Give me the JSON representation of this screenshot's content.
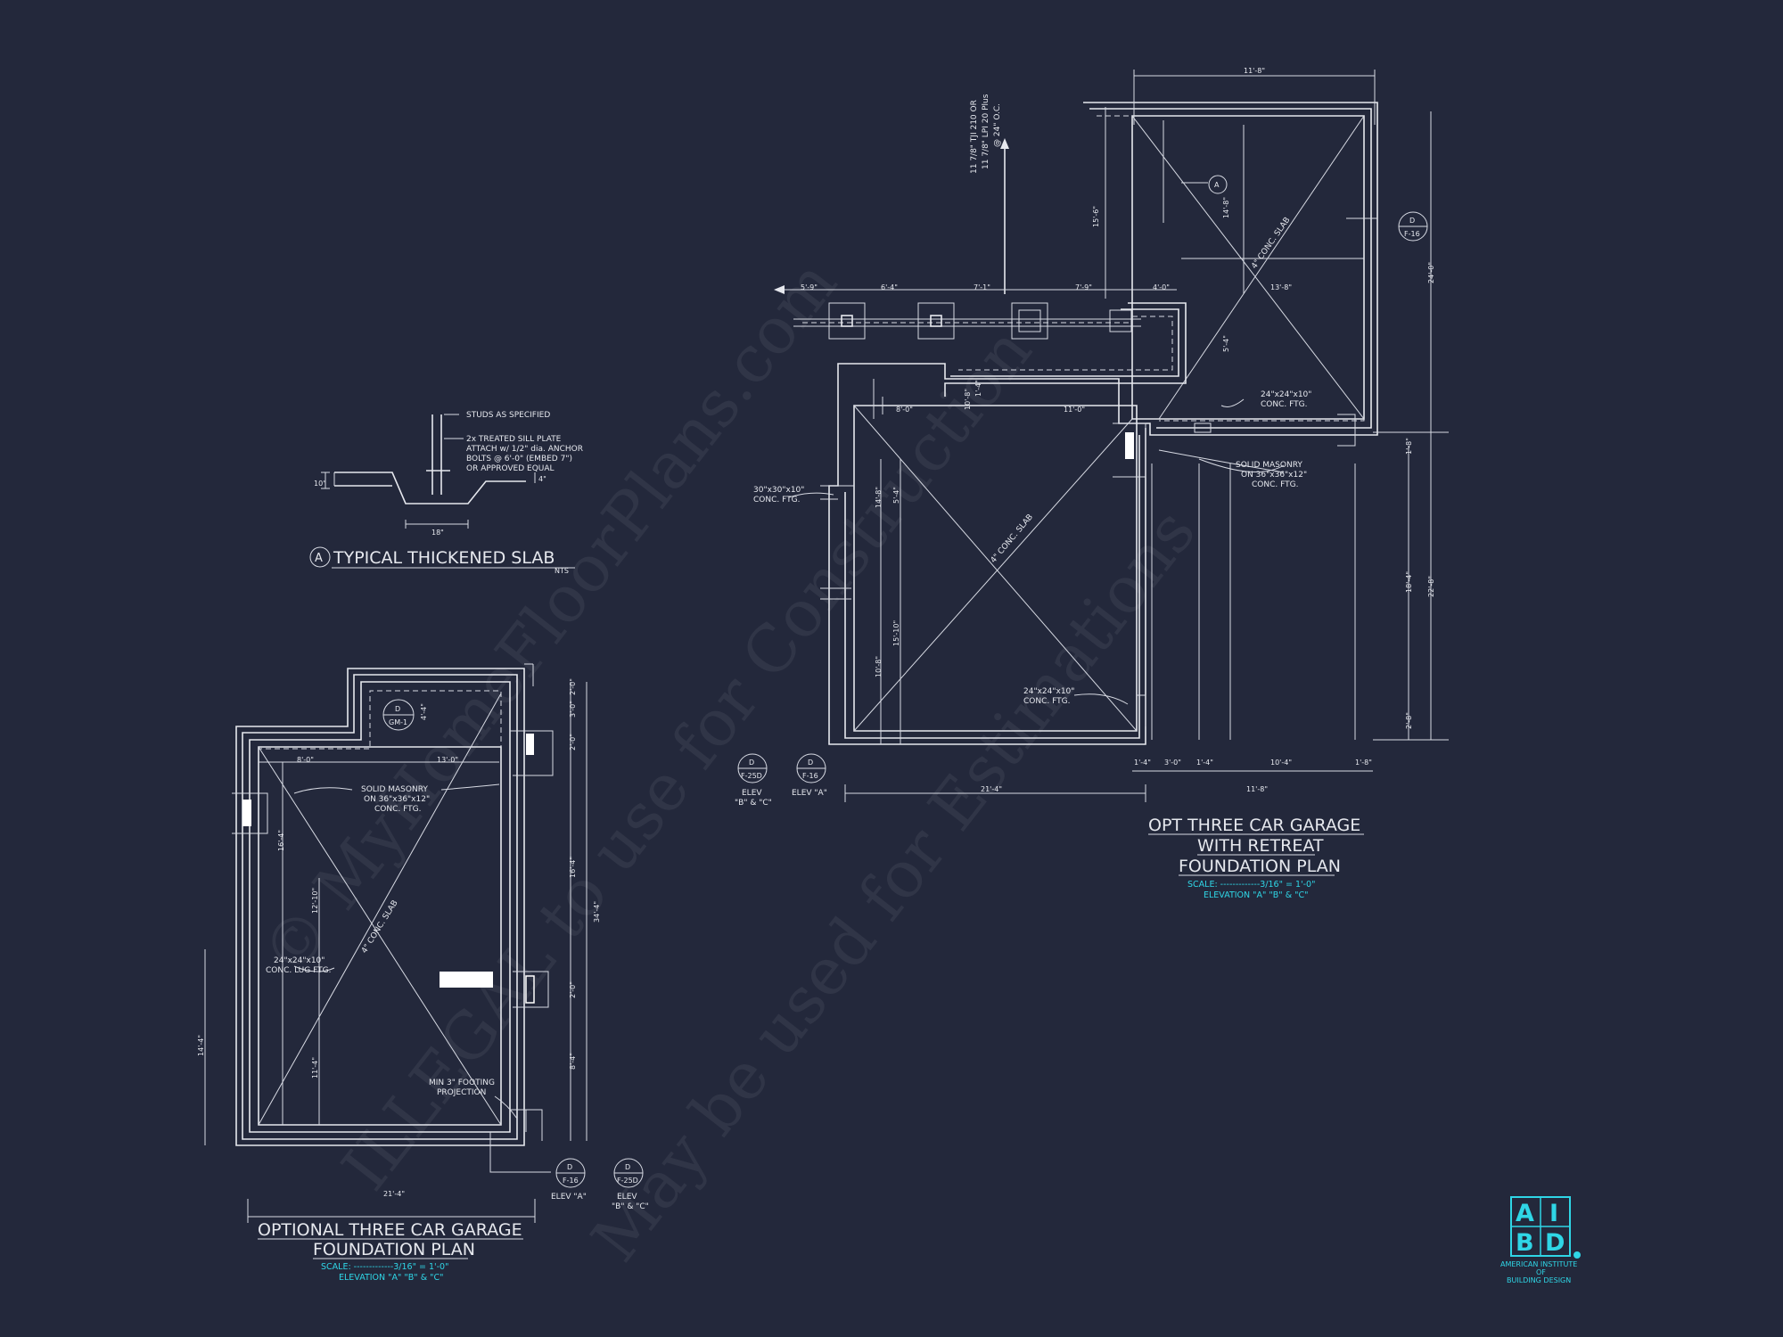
{
  "watermark": {
    "line1": "© MyHomeFloorPlans.com",
    "line2": "ILLEGAL to use for Construction",
    "line3": "May be used for Estimations"
  },
  "detail_a": {
    "marker": "A",
    "title": "TYPICAL THICKENED SLAB",
    "scale": "NTS",
    "notes": [
      "STUDS AS SPECIFIED",
      "2x TREATED SILL PLATE",
      "ATTACH w/ 1/2\" dia. ANCHOR",
      "BOLTS @ 6'-0\" (EMBED 7\")",
      "OR APPROVED EQUAL"
    ],
    "dim_width": "18\"",
    "dim_depth": "10\"",
    "dim_thk": "4\""
  },
  "plan_left": {
    "title1": "OPTIONAL THREE CAR GARAGE",
    "title2": "FOUNDATION PLAN",
    "scale": "SCALE: -------------3/16\" = 1'-0\"",
    "elevation": "ELEVATION \"A\" \"B\" & \"C\"",
    "notes": {
      "masonry": [
        "SOLID MASONRY",
        "ON 36\"x36\"x12\"",
        "CONC. FTG."
      ],
      "lug": [
        "24\"x24\"x10\"",
        "CONC. LUG FTG."
      ],
      "footing": [
        "MIN 3\" FOOTING",
        "PROJECTION"
      ],
      "slab": "4\" CONC. SLAB"
    },
    "dims": {
      "d1": "8'-0\"",
      "d2": "13'-0\"",
      "d3": "16'-4\"",
      "d4": "12'-10\"",
      "d5": "11'-4\"",
      "d6": "14'-4\"",
      "d7": "34'-4\"",
      "d8": "16'-4\"",
      "d9": "8'-4\"",
      "d10": "2'-0\"",
      "d11": "3'-0\"",
      "d12": "2'-0\"",
      "d13": "2'-0\"",
      "d14": "21'-4\"",
      "d15": "4'-4\""
    },
    "markers": {
      "gm": {
        "top": "D",
        "bottom": "GM-1"
      },
      "e1": {
        "top": "D",
        "bottom": "F-16",
        "label": "ELEV \"A\""
      },
      "e2": {
        "top": "D",
        "bottom": "F-25D",
        "label1": "ELEV",
        "label2": "\"B\" & \"C\""
      }
    }
  },
  "plan_right": {
    "title1": "OPT THREE CAR GARAGE",
    "title2": "WITH RETREAT",
    "title3": "FOUNDATION PLAN",
    "scale": "SCALE: -------------3/16\" = 1'-0\"",
    "elevation": "ELEVATION \"A\" \"B\" & \"C\"",
    "joist": [
      "11 7/8\" TJI 210 OR",
      "11 7/8\" LPI 20 Plus",
      "@ 24\" O.C."
    ],
    "notes": {
      "ftg_left": [
        "30\"x30\"x10\"",
        "CONC. FTG."
      ],
      "ftg_top": [
        "24\"x24\"x10\"",
        "CONC. FTG."
      ],
      "ftg_bottom": [
        "24\"x24\"x10\"",
        "CONC. FTG."
      ],
      "masonry": [
        "SOLID MASONRY",
        "ON 36\"x36\"x12\"",
        "CONC. FTG."
      ],
      "slab1": "4\" CONC. SLAB",
      "slab2": "4\" CONC. SLAB"
    },
    "dims": {
      "top": "11'-8\"",
      "d1": "5'-9\"",
      "d2": "6'-4\"",
      "d3": "7'-1\"",
      "d4": "7'-9\"",
      "d5": "4'-0\"",
      "d6": "13'-8\"",
      "d7": "8'-0\"",
      "d8": "11'-0\"",
      "d9": "14'-8\"",
      "d10": "5'-4\"",
      "d11": "15'-6\"",
      "d12": "10'-8\"",
      "d13": "14'-8\"",
      "d14": "5'-4\"",
      "d15": "15'-10\"",
      "d16": "24'-0\"",
      "d17": "18'-4\"",
      "d18": "22'-8\"",
      "d19": "1'-8\"",
      "d20": "2'-8\"",
      "d21": "1'-4\"",
      "d22": "3'-0\"",
      "d23": "1'-4\"",
      "d24": "10'-4\"",
      "d25": "1'-8\"",
      "d26": "21'-4\"",
      "d27": "11'-8\"",
      "d28": "1'-4\""
    },
    "markers": {
      "a": "A",
      "d": {
        "top": "D",
        "bottom": "F-16"
      },
      "e1": {
        "top": "D",
        "bottom": "F-25D",
        "label1": "ELEV",
        "label2": "\"B\" & \"C\""
      },
      "e2": {
        "top": "D",
        "bottom": "F-16",
        "label": "ELEV \"A\""
      }
    }
  },
  "logo": {
    "letters": [
      "A",
      "I",
      "B",
      "D"
    ],
    "line1": "AMERICAN INSTITUTE",
    "line2": "OF",
    "line3": "BUILDING DESIGN",
    "accent": "#2fd6e6"
  },
  "colors": {
    "background": "#23283b",
    "linework": "#e6e8ee",
    "accent": "#2fd6e6"
  }
}
